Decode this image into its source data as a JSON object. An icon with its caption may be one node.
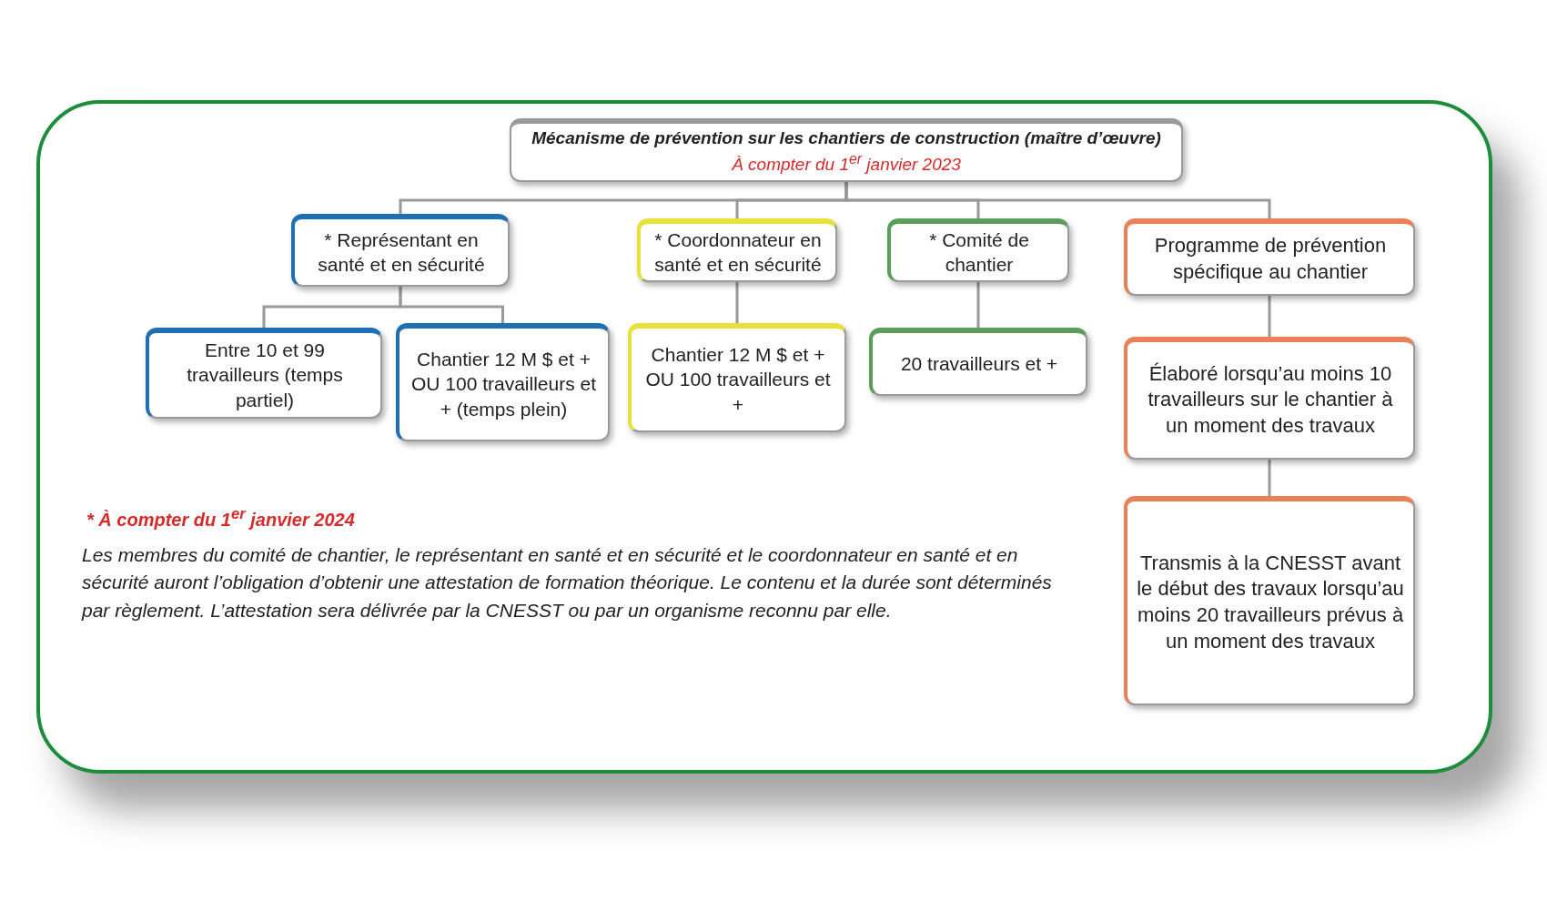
{
  "diagram": {
    "nodes": [
      {
        "text": [
          "Mécanisme de prévention sur les chantiers de construction (maître d’œuvre)",
          "À compter du 1$^{er}$ janvier 2023"
        ]
      },
      {
        "text": [
          "* Représentant en santé et en sécurité"
        ]
      },
      {
        "text": [
          "Entre 10 et 99 travailleurs (temps partiel)"
        ]
      },
      {
        "text": [
          "Chantier 12 M $ et + OU 100 travailleurs et + (temps plein)"
        ]
      },
      {
        "text": [
          "* Coordonnateur en santé et en sécurité"
        ]
      },
      {
        "text": [
          "Chantier 12 M $ et + OU 100 travailleurs et +"
        ]
      },
      {
        "text": [
          "* Comité de chantier"
        ]
      },
      {
        "text": [
          "20 travailleurs et +"
        ]
      },
      {
        "text": [
          "Programme de prévention spécifique au chantier"
        ]
      },
      {
        "text": [
          "Élaboré lorsqu’au moins 10 travailleurs sur le chantier à un moment des travaux"
        ]
      },
      {
        "text": [
          "Transmis à la CNESST avant le début des travaux lorsqu’au moins 20 travailleurs prévus à un moment des travaux"
        ]
      }
    ],
    "edges": [
      {
        "from": 0,
        "to": 1,
        "arrow": "none"
      },
      {
        "from": 0,
        "to": 4,
        "arrow": "none"
      },
      {
        "from": 0,
        "to": 6,
        "arrow": "none"
      },
      {
        "from": 0,
        "to": 8,
        "arrow": "none"
      },
      {
        "from": 1,
        "to": 2,
        "arrow": "none"
      },
      {
        "from": 1,
        "to": 3,
        "arrow": "none"
      },
      {
        "from": 4,
        "to": 5,
        "arrow": "none"
      },
      {
        "from": 6,
        "to": 7,
        "arrow": "none"
      },
      {
        "from": 8,
        "to": 9,
        "arrow": "none"
      },
      {
        "from": 9,
        "to": 10,
        "arrow": "none"
      }
    ],
    "labels": [
      "* À compter du 1$^{er}$ janvier 2024",
      "Les membres du comité de chantier, le représentant en santé et en sécurité et le coordonnateur en santé et en sécurité auront l’obligation d’obtenir une attestation de formation théorique. Le contenu et la durée sont déterminés par règlement. L’attestation sera délivrée par la CNESST ou par un organisme reconnu par elle."
    ]
  }
}
